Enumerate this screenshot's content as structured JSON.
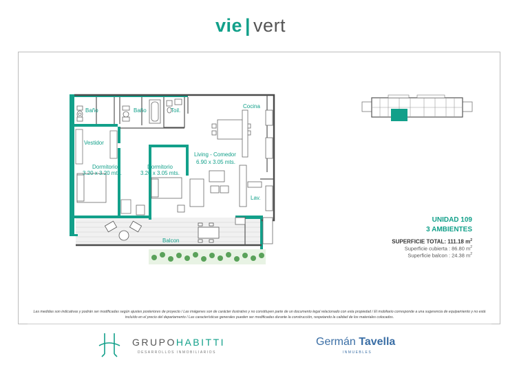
{
  "header": {
    "brand_main": "vie",
    "brand_sep": "|",
    "brand_sub": "vert"
  },
  "plan": {
    "rooms": {
      "bath1": "Baño",
      "bath2": "Baño",
      "toilet": "Toil.",
      "kitchen": "Cocina",
      "dressing": "Vestidor",
      "living": "Living - Comedor",
      "living_size": "6.90 x 3.05 mts.",
      "bed1": "Dormitorio",
      "bed1_size": "3.20 x 3.20 mts.",
      "bed2": "Dormitorio",
      "bed2_size": "3.20 x 3.05 mts.",
      "laundry": "Lav.",
      "balcony": "Balcon"
    }
  },
  "unit": {
    "name": "UNIDAD 109",
    "rooms": "3 AMBIENTES",
    "total_label": "SUPERFICIE TOTAL: 111.18 m",
    "covered_label": "Superficie cubierta : 86.80 m",
    "balcony_label": "Superficie balcon : 24.38 m",
    "area_unit_sup": "2"
  },
  "disclaimer": "Las medidas son indicativas y podrán ser modificadas según ajustes posteriores de proyecto / Las imágenes son de carácter ilustrativo y no constituyen parte de un documento legal relacionado con esta propiedad / El mobiliario corresponde a una sugerencia de equipamiento y no está incluído en el precio del departamento / Las características generales pueden ser modificadas durante la construcción, respetando la calidad de los materiales colocados.",
  "footer": {
    "developer_a": "GRUPO",
    "developer_b": "HABITTI",
    "developer_sub": "DESARROLLOS INMOBILIARIOS",
    "broker_a": "Germán",
    "broker_b": "Tavella",
    "broker_sub": "INMUEBLES"
  },
  "colors": {
    "accent": "#12a08a",
    "broker": "#3a6ea5",
    "wall": "#4a4a4a"
  }
}
